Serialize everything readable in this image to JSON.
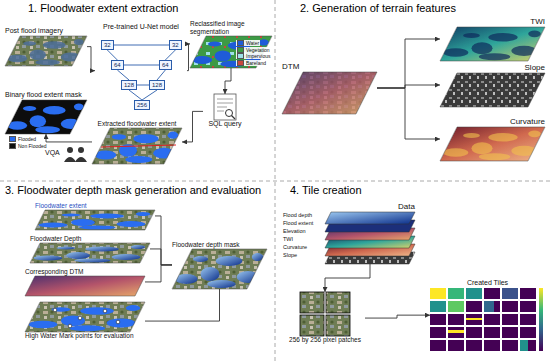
{
  "diagram": {
    "nodes": [
      {
        "text": [
          "1. Floodwater extent extraction"
        ]
      },
      {
        "text": [
          "Post flood imagery"
        ],
        "in": 0
      },
      {
        "text": [
          "Pre-trained U-Net model"
        ],
        "in": 0
      },
      {
        "text": [
          "32"
        ],
        "in": 2
      },
      {
        "text": [
          "64"
        ],
        "in": 2
      },
      {
        "text": [
          "128"
        ],
        "in": 2
      },
      {
        "text": [
          "256"
        ],
        "in": 2
      },
      {
        "text": [
          "128"
        ],
        "in": 2
      },
      {
        "text": [
          "64"
        ],
        "in": 2
      },
      {
        "text": [
          "32"
        ],
        "in": 2
      },
      {
        "text": [
          "Reclassified image segmentation"
        ],
        "in": 0
      },
      {
        "text": [
          "Binary flood extent mask"
        ],
        "in": 0
      },
      {
        "text": [
          "Extracted floodwater extent"
        ],
        "in": 0
      },
      {
        "text": [
          "SQL query"
        ],
        "in": 0
      },
      {
        "text": [
          "2. Generation of terrain features"
        ]
      },
      {
        "text": [
          "DTM"
        ],
        "in": 14
      },
      {
        "text": [
          "TWI"
        ],
        "in": 14
      },
      {
        "text": [
          "Slope"
        ],
        "in": 14
      },
      {
        "text": [
          "Curvature"
        ],
        "in": 14
      },
      {
        "text": [
          "3. Floodwater depth mask generation and evaluation"
        ]
      },
      {
        "text": [
          "Floodwater extent"
        ],
        "in": 19
      },
      {
        "text": [
          "Floodwater Depth"
        ],
        "in": 19
      },
      {
        "text": [
          "Corresponding DTM"
        ],
        "in": 19
      },
      {
        "text": [
          "Floodwater depth mask"
        ],
        "in": 19
      },
      {
        "text": [
          "High Water Mark points for evaluation"
        ],
        "in": 19
      },
      {
        "text": [
          "4. Tile creation"
        ]
      },
      {
        "text": [
          "Data"
        ],
        "in": 25
      },
      {
        "text": [
          "256 by 256 pixel patches"
        ],
        "in": 25
      },
      {
        "text": [
          "Created Tiles"
        ],
        "in": 25
      }
    ],
    "edges": [
      {
        "from": 1,
        "to": 2,
        "arrow": "to"
      },
      {
        "from": 2,
        "to": 10,
        "arrow": "to"
      },
      {
        "from": 3,
        "to": 4,
        "arrow": "none"
      },
      {
        "from": 4,
        "to": 5,
        "arrow": "none"
      },
      {
        "from": 5,
        "to": 6,
        "arrow": "none"
      },
      {
        "from": 6,
        "to": 7,
        "arrow": "none"
      },
      {
        "from": 7,
        "to": 8,
        "arrow": "none"
      },
      {
        "from": 8,
        "to": 9,
        "arrow": "none"
      },
      {
        "from": 3,
        "to": 9,
        "arrow": "none"
      },
      {
        "from": 4,
        "to": 8,
        "arrow": "none"
      },
      {
        "from": 5,
        "to": 7,
        "arrow": "none"
      },
      {
        "from": 10,
        "to": 13,
        "arrow": "to"
      },
      {
        "from": 13,
        "to": 12,
        "arrow": "to"
      },
      {
        "from": 12,
        "to": 11,
        "arrow": "to"
      },
      {
        "from": 15,
        "to": 16,
        "arrow": "to"
      },
      {
        "from": 15,
        "to": 17,
        "arrow": "to"
      },
      {
        "from": 15,
        "to": 18,
        "arrow": "to"
      },
      {
        "from": 20,
        "to": 23,
        "arrow": "none"
      },
      {
        "from": 21,
        "to": 23,
        "arrow": "none"
      },
      {
        "from": 22,
        "to": 23,
        "arrow": "none"
      },
      {
        "from": 23,
        "to": 24,
        "arrow": "none"
      },
      {
        "from": 26,
        "to": 27,
        "arrow": "to"
      },
      {
        "from": 27,
        "to": 28,
        "arrow": "to"
      }
    ],
    "labels": [
      "VQA",
      "Flood depth",
      "Flood extent",
      "Elevation",
      "TWI",
      "Curvature",
      "Slope"
    ],
    "legend": [
      {
        "text": "Water",
        "color": "#1f5bd8"
      },
      {
        "text": "Vegetation",
        "color": "#3d9a45"
      },
      {
        "text": "Impervious",
        "color": "#9fe0e8"
      },
      {
        "text": "Bareland",
        "color": "#c9463d"
      },
      {
        "text": "Flooded",
        "color": "#2a6df0"
      },
      {
        "text": "Non Flooded",
        "color": "#101010"
      }
    ]
  }
}
